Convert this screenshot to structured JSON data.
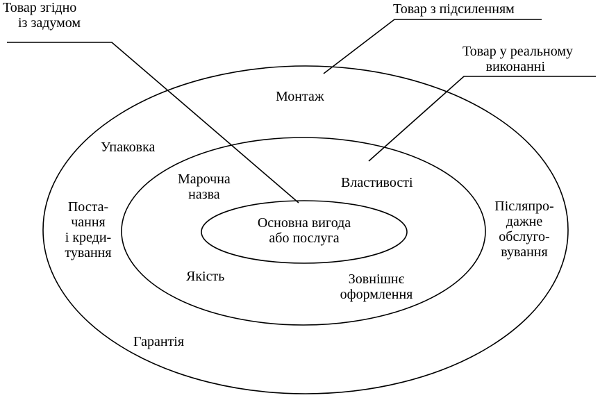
{
  "colors": {
    "line": "#000000",
    "background": "#ffffff"
  },
  "callouts": {
    "intended_product": {
      "line1": "Товар згідно",
      "line2": "із задумом"
    },
    "augmented_product": {
      "line1": "Товар з підсиленням"
    },
    "actual_product": {
      "line1": "Товар у реальному",
      "line2": "виконанні"
    }
  },
  "core": {
    "line1": "Основна вигода",
    "line2": "або послуга"
  },
  "middle_ring": {
    "brand_name": {
      "line1": "Марочна",
      "line2": "назва"
    },
    "properties": "Властивості",
    "quality": "Якість",
    "design": {
      "line1": "Зовнішнє",
      "line2": "оформлення"
    }
  },
  "outer_ring": {
    "installation": "Монтаж",
    "packaging": "Упаковка",
    "delivery_credit": {
      "line1": "Поста-",
      "line2": "чання",
      "line3": "і креди-",
      "line4": "тування"
    },
    "after_sales": {
      "line1": "Післяпро-",
      "line2": "дажне",
      "line3": "обслуго-",
      "line4": "вування"
    },
    "warranty": "Гарантія"
  }
}
